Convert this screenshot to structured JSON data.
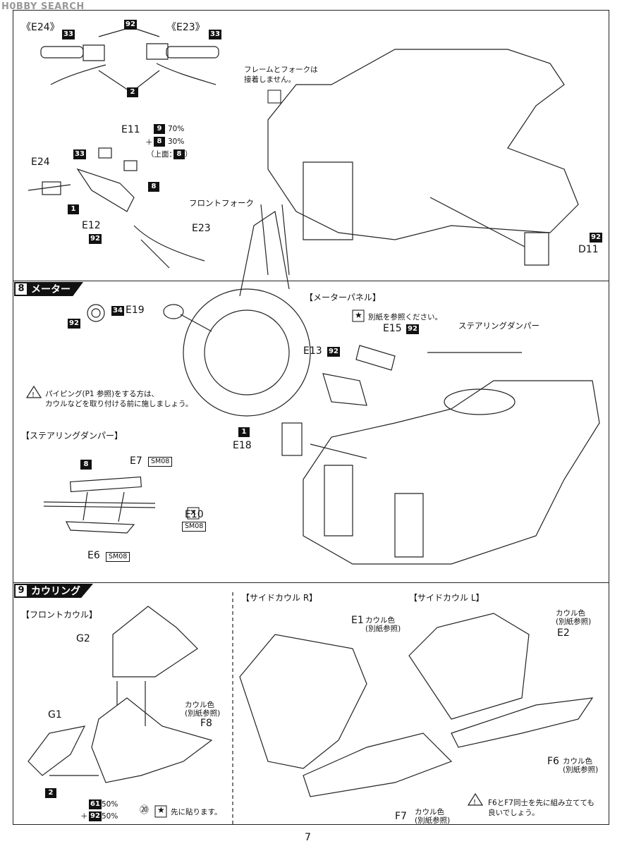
{
  "watermark": "H0BBY SEARCH",
  "page_number": "7",
  "top": {
    "e24_header": "《E24》",
    "e23_header": "《E23》",
    "n33a": "33",
    "n92a": "92",
    "n33b": "33",
    "n2": "2",
    "frame_note": "フレームとフォークは\n接着しません。",
    "e11": "E11",
    "mix1_num": "9",
    "mix1_val": "70%",
    "mix2_num": "8",
    "mix2_val": "30%",
    "mix_top": "（上面：",
    "mix_top_num": "8",
    "mix_top_end": "）",
    "e24": "E24",
    "n33c": "33",
    "n8": "8",
    "n1": "1",
    "e12": "E12",
    "n92b": "92",
    "e23": "E23",
    "front_fork": "フロントフォーク",
    "d11_num": "92",
    "d11": "D11"
  },
  "section8": {
    "number": "8",
    "title": "メーター",
    "n92": "92",
    "n34": "34",
    "e19": "E19",
    "meter_panel": "【メーターパネル】",
    "see_separate": "別紙を参照ください。",
    "e15": "E15",
    "e15_num": "92",
    "steering_damper_label": "ステアリングダンパー",
    "e13": "E13",
    "e13_num": "92",
    "piping_note_1": "パイピング(P1 参照)をする方は、",
    "piping_note_2": "カウルなどを取り付ける前に施しましょう。",
    "damper_box": "【ステアリングダンパー】",
    "n8": "8",
    "e7": "E7",
    "sm08a": "SM08",
    "e10": "E10",
    "sm08b": "SM08",
    "e6": "E6",
    "sm08c": "SM08",
    "n1": "1",
    "e18": "E18"
  },
  "section9": {
    "number": "9",
    "title": "カウリング",
    "front_cowl": "【フロントカウル】",
    "side_cowl_r": "【サイドカウル R】",
    "side_cowl_l": "【サイドカウル L】",
    "g2": "G2",
    "g1": "G1",
    "n2": "2",
    "cowl_color_1": "カウル色",
    "cowl_color_2": "(別紙参照)",
    "f8": "F8",
    "mix1_num": "61",
    "mix1_val": "50%",
    "mix2_num": "92",
    "mix2_val": "50%",
    "decal_num": "⑳",
    "apply_first": "先に貼ります。",
    "e1": "E1",
    "e1_note1": "カウル色",
    "e1_note2": "(別紙参照)",
    "e2": "E2",
    "e2_note1": "カウル色",
    "e2_note2": "(別紙参照)",
    "f6": "F6",
    "f6_note1": "カウル色",
    "f6_note2": "(別紙参照)",
    "f7": "F7",
    "f7_note1": "カウル色",
    "f7_note2": "(別紙参照)",
    "f6f7_note1": "F6とF7同士を先に組み立てても",
    "f6f7_note2": "良いでしょう。"
  }
}
